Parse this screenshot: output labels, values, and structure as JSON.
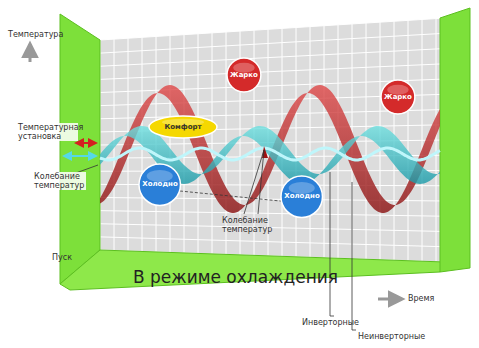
{
  "diagram": {
    "title": "В режиме охлаждения",
    "nodes": [
      {
        "text": [
          "Жарко"
        ]
      },
      {
        "text": [
          "Жарко"
        ]
      },
      {
        "text": [
          "Комфорт"
        ]
      },
      {
        "text": [
          "Холодно"
        ]
      },
      {
        "text": [
          "Холодно"
        ]
      }
    ],
    "labels": [
      "Температура",
      "Температурная установка",
      "Колебание температур",
      "Колебание температур",
      "Пуск",
      "Время",
      "Инверторные",
      "Неинверторные"
    ]
  }
}
